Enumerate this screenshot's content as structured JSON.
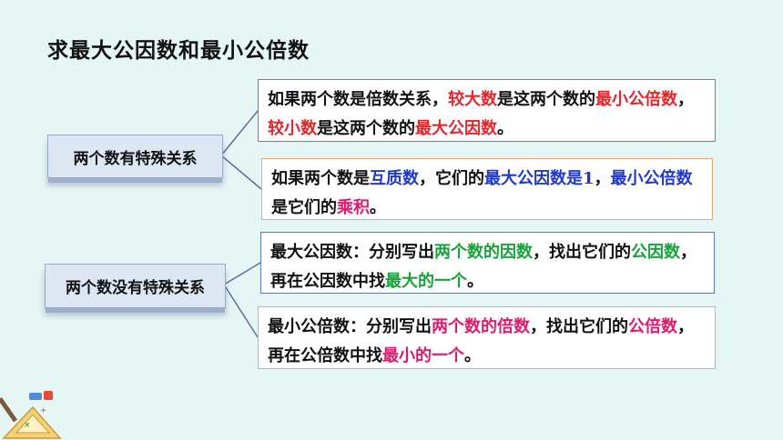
{
  "title": "求最大公因数和最小公倍数",
  "labels": {
    "special": "两个数有特殊关系",
    "not_special": "两个数没有特殊关系"
  },
  "boxes": {
    "multiple": {
      "t1": "如果两个数是倍数关系，",
      "t2": "较大数",
      "t3": "是这两个数的",
      "t4": "最小公倍数",
      "t5": "，",
      "t6": "较小数",
      "t7": "是这两个数的",
      "t8": "最大公因数",
      "t9": "。"
    },
    "coprime": {
      "t1": "如果两个数是",
      "t2": "互质数",
      "t3": "，它们的",
      "t4": "最大公因数是1",
      "t5": "，",
      "t6": "最小公倍数",
      "t7": "是它们的",
      "t8": "乘积",
      "t9": "。"
    },
    "gcd": {
      "t1": "最大公因数：分别写出",
      "t2": "两个数的因数",
      "t3": "，找出它们的",
      "t4": "公因数",
      "t5": "，再在公因数中找",
      "t6": "最大的一个",
      "t7": "。"
    },
    "lcm": {
      "t1": "最小公倍数：分别写出",
      "t2": "两个数的倍数",
      "t3": "，找出它们的",
      "t4": "公倍数",
      "t5": "，再在公倍数中找",
      "t6": "最小的一个",
      "t7": "。"
    }
  },
  "colors": {
    "background": "#e6f6f5",
    "red": "#e4262b",
    "blue": "#1f39c9",
    "green": "#17a23a",
    "pink": "#e01a6f",
    "connector": "#5a6f9a"
  },
  "decoration_icon": "school-supplies-icon"
}
